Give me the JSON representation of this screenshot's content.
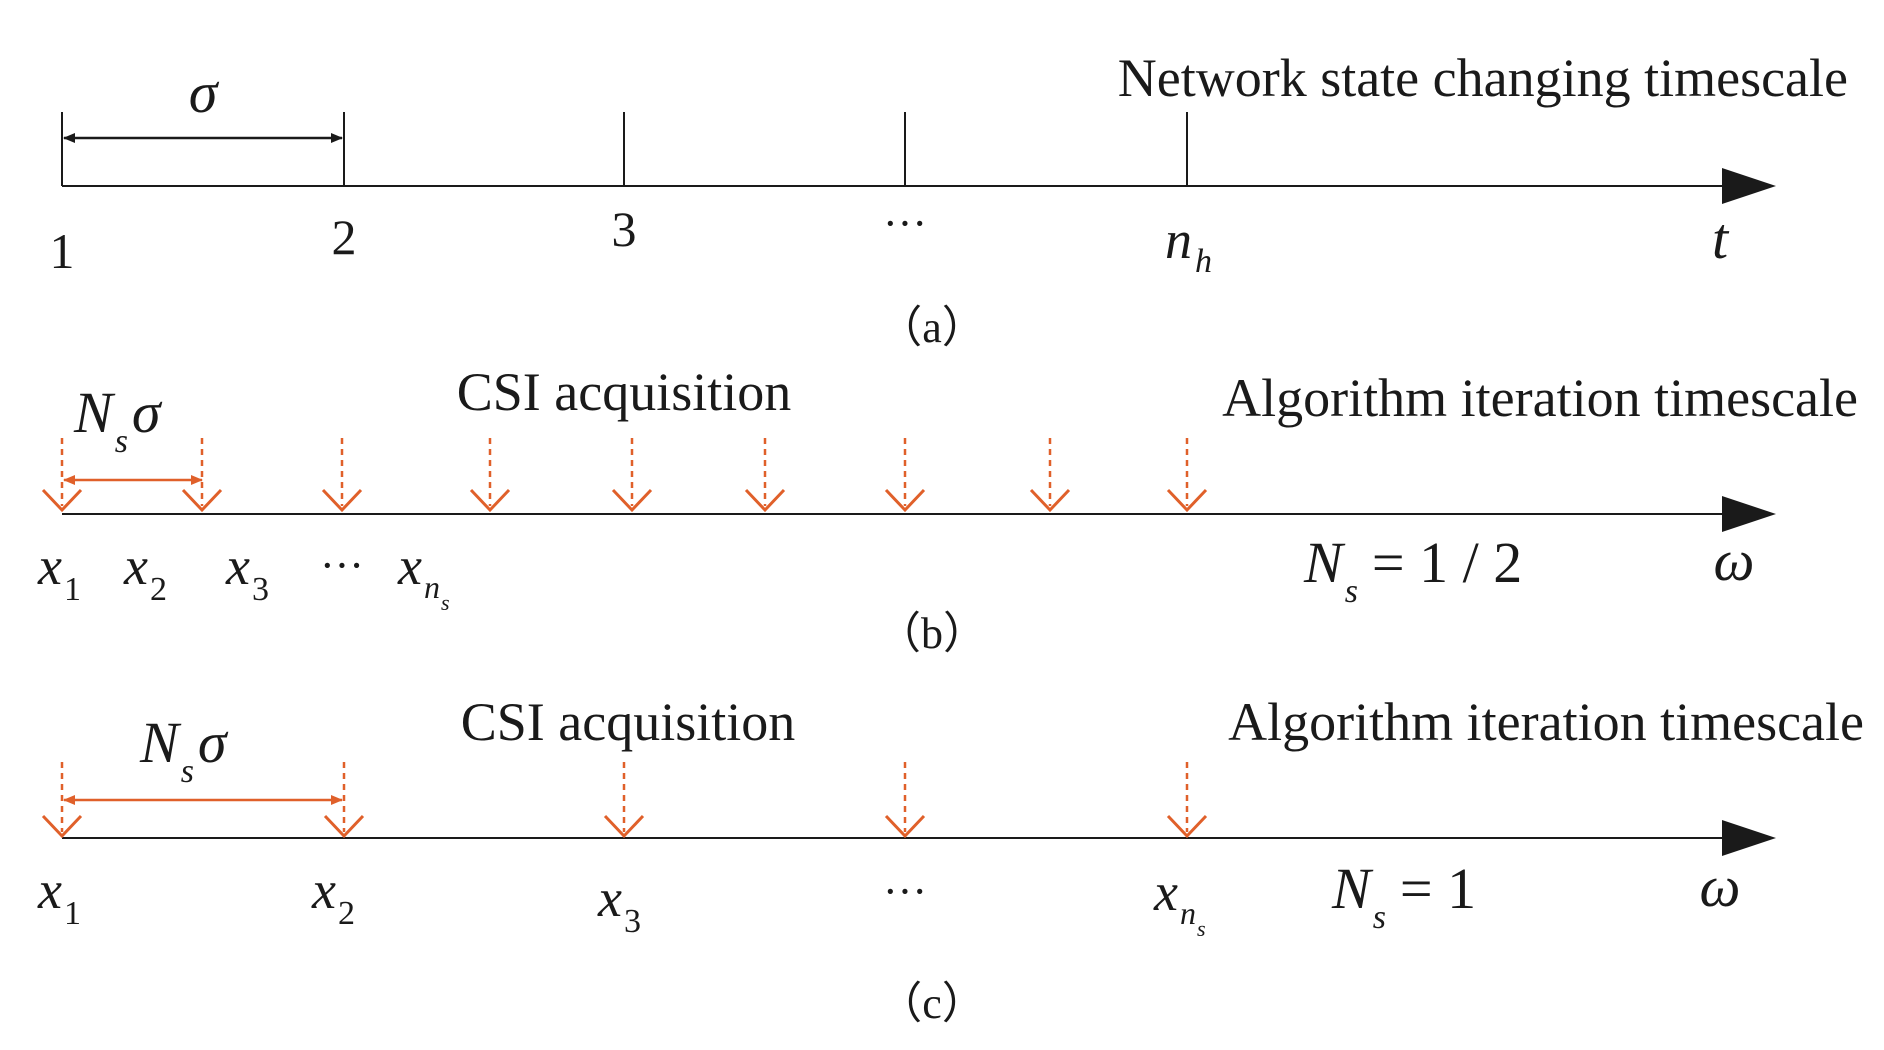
{
  "colors": {
    "axis": "#1a1a1a",
    "csi_arrow": "#e0602a"
  },
  "panel_a": {
    "caption": "（a）",
    "title": "Network state changing timescale",
    "interval_symbol": "σ",
    "tick_labels": [
      "1",
      "2",
      "3",
      "···",
      "n_h"
    ],
    "nh_base": "n",
    "nh_sub": "h",
    "axis_var": "t"
  },
  "panel_b": {
    "caption": "（b）",
    "csi_label": "CSI acquisition",
    "title": "Algorithm iteration timescale",
    "interval_N": "N",
    "interval_sub": "s",
    "interval_sigma": "σ",
    "x_labels": [
      {
        "base": "x",
        "sub": "1"
      },
      {
        "base": "x",
        "sub": "2"
      },
      {
        "base": "x",
        "sub": "3"
      },
      {
        "base": "···",
        "sub": ""
      },
      {
        "base": "x",
        "sub": "n_s"
      }
    ],
    "xns_sub_n": "n",
    "xns_sub_s": "s",
    "ns_N": "N",
    "ns_sub": "s",
    "ns_value": "= 1 / 2",
    "axis_var": "ω"
  },
  "panel_c": {
    "caption": "（c）",
    "csi_label": "CSI acquisition",
    "title": "Algorithm iteration timescale",
    "interval_N": "N",
    "interval_sub": "s",
    "interval_sigma": "σ",
    "x_labels": [
      {
        "base": "x",
        "sub": "1"
      },
      {
        "base": "x",
        "sub": "2"
      },
      {
        "base": "x",
        "sub": "3"
      },
      {
        "base": "···",
        "sub": ""
      },
      {
        "base": "x",
        "sub": "n_s"
      }
    ],
    "xns_sub_n": "n",
    "xns_sub_s": "s",
    "ns_N": "N",
    "ns_sub": "s",
    "ns_value": "= 1",
    "axis_var": "ω"
  }
}
